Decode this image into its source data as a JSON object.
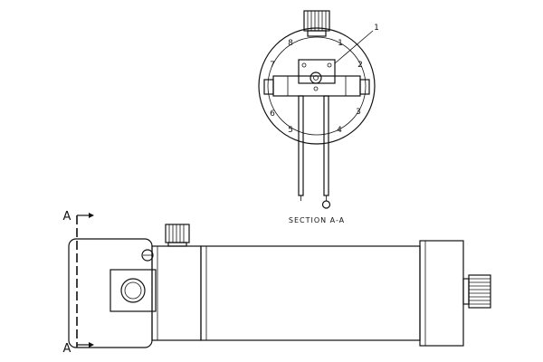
{
  "diagram": {
    "callout": "1",
    "section_caption": "SECTION  A-A",
    "section_marker_top": "A",
    "section_marker_bottom": "A",
    "pin_positions": [
      "1",
      "2",
      "3",
      "4",
      "5",
      "6",
      "7",
      "8"
    ]
  }
}
